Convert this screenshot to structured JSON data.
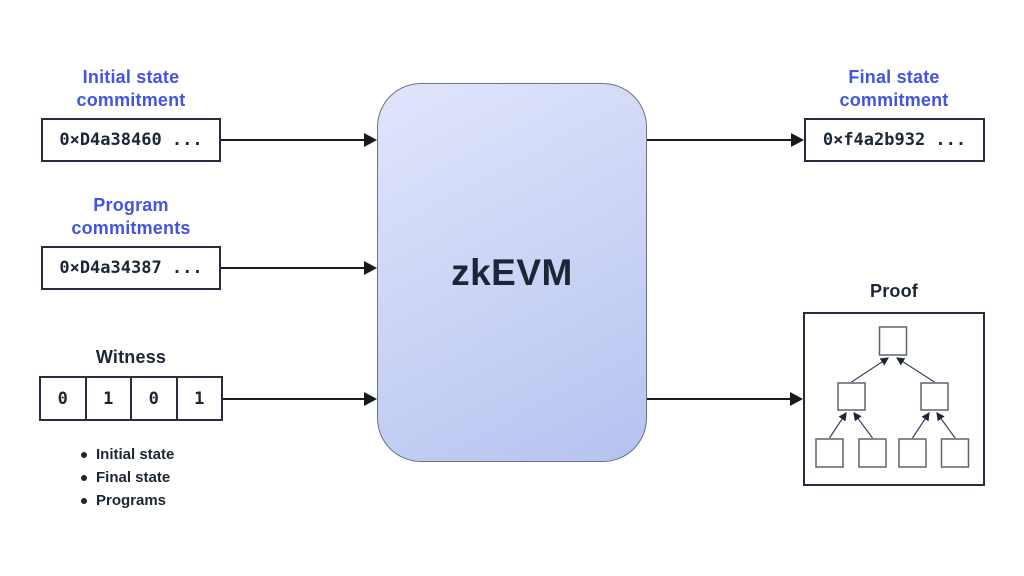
{
  "colors": {
    "accent_blue": "#4353e2",
    "ink": "#1d2636",
    "arrow": "#17191d",
    "box_border": "#252e3e",
    "zkevm_border": "#6a7280",
    "zkevm_grad_top": "#e0e5fa",
    "zkevm_grad_bottom": "#b6c3f0"
  },
  "diagram": {
    "center_label": "zkEVM",
    "inputs": [
      {
        "title_line1": "Initial state",
        "title_line2": "commitment",
        "value": "0×D4a38460 ..."
      },
      {
        "title_line1": "Program",
        "title_line2": "commitments",
        "value": "0×D4a34387 ..."
      }
    ],
    "witness": {
      "title": "Witness",
      "bits": [
        "0",
        "1",
        "0",
        "1"
      ],
      "bullets": [
        "Initial state",
        "Final state",
        "Programs"
      ]
    },
    "outputs": {
      "final_state": {
        "title_line1": "Final state",
        "title_line2": "commitment",
        "value": "0×f4a2b932 ..."
      },
      "proof": {
        "title": "Proof"
      }
    }
  }
}
